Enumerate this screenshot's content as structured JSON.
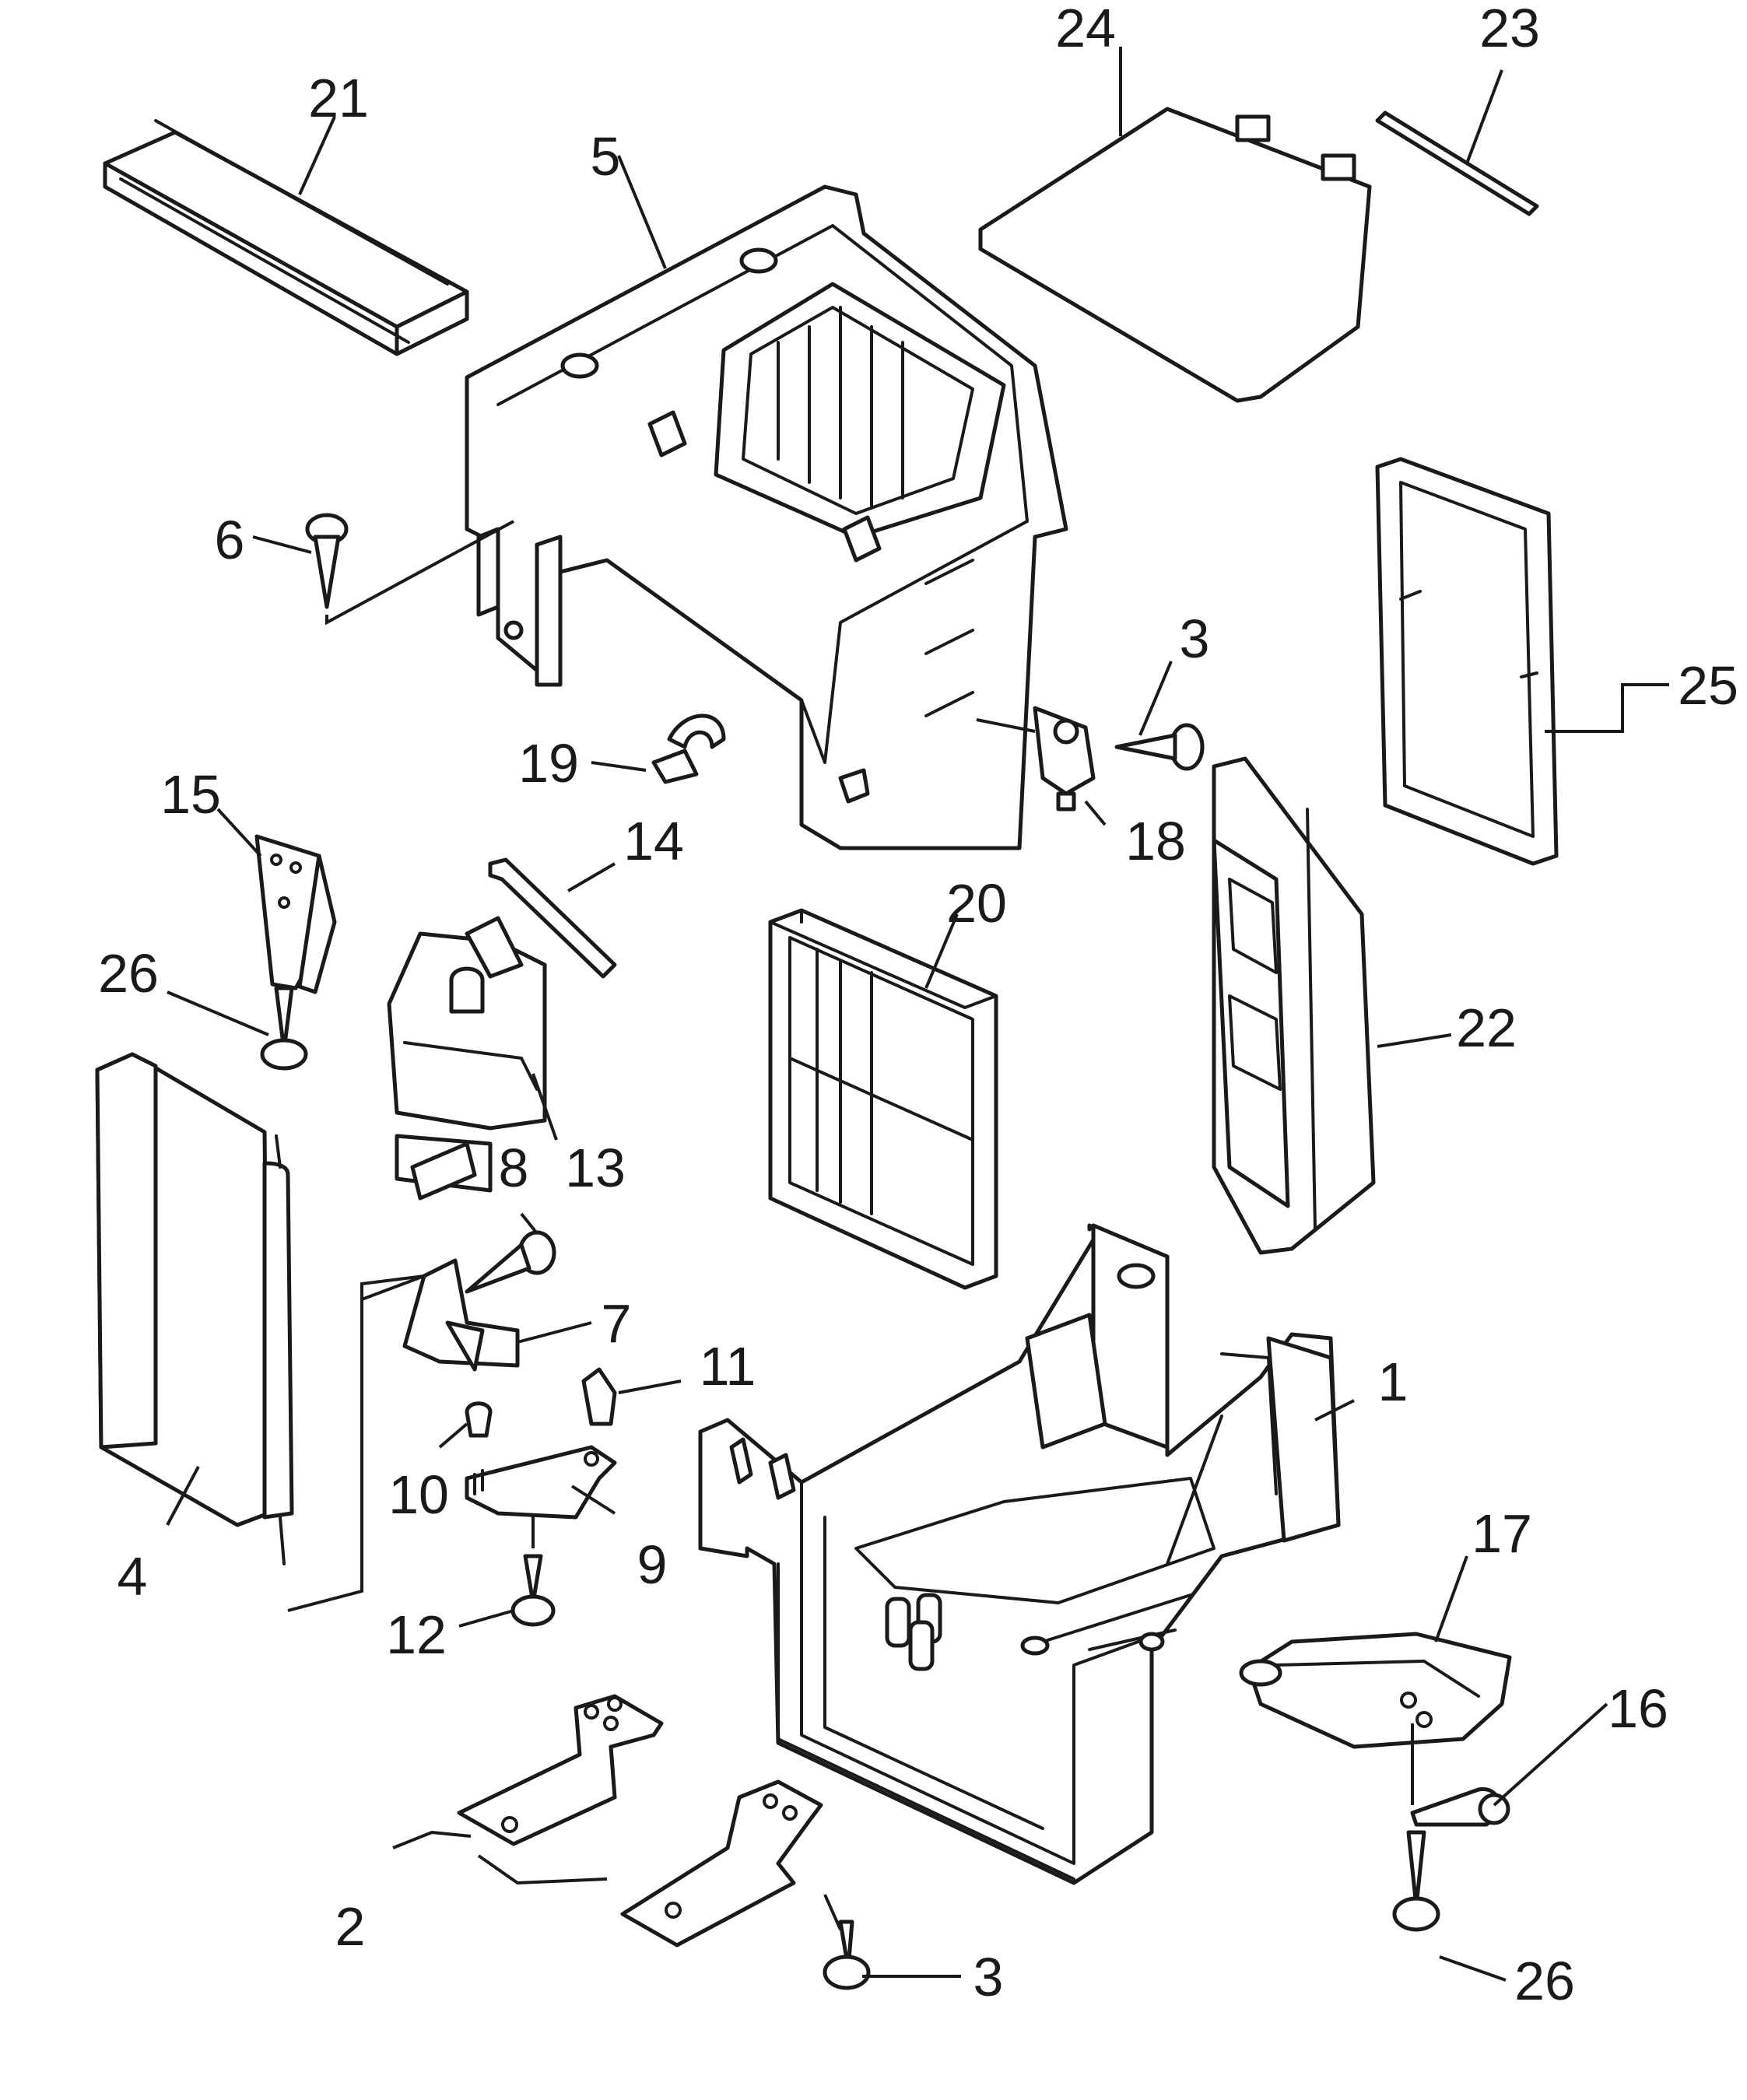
{
  "diagram": {
    "type": "exploded-parts-diagram",
    "callouts": [
      "1",
      "2",
      "3",
      "3",
      "4",
      "5",
      "6",
      "7",
      "8",
      "9",
      "10",
      "11",
      "12",
      "13",
      "14",
      "15",
      "16",
      "17",
      "18",
      "19",
      "20",
      "21",
      "22",
      "23",
      "24",
      "25",
      "26",
      "26"
    ]
  },
  "parts": {
    "case_lower": "1",
    "bracket_pair": "2",
    "screw_top": "3",
    "screw_bottom": "3",
    "evaporator": "4",
    "case_upper": "5",
    "screw_left": "6",
    "lever": "7",
    "bolt": "8",
    "link_plate": "9",
    "pin": "10",
    "joint": "11",
    "screw_link": "12",
    "actuator": "13",
    "rod": "14",
    "bracket_small": "15",
    "clip": "16",
    "drain_pan": "17",
    "damper_lever": "18",
    "clamp": "19",
    "filter": "20",
    "duct_top": "21",
    "heater_core": "22",
    "shaft": "23",
    "cover": "24",
    "seal": "25",
    "screw_left_26": "26",
    "screw_right_26": "26"
  }
}
